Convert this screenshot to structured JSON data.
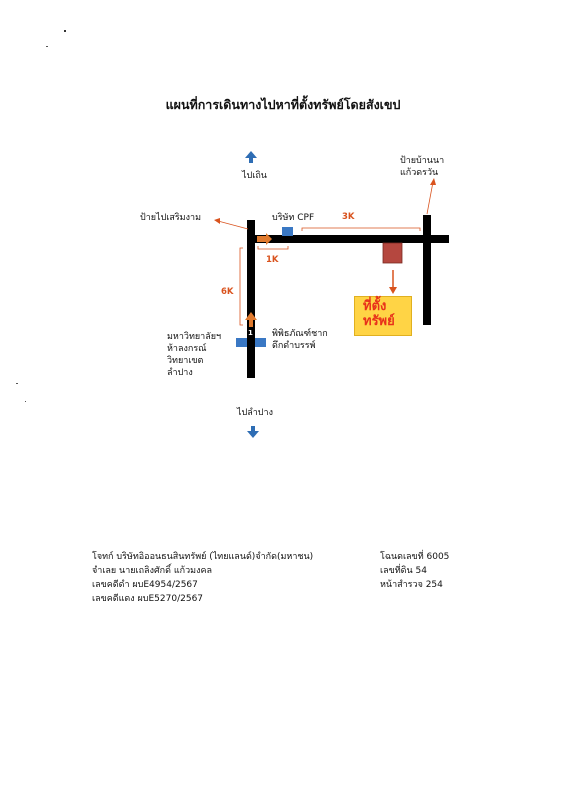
{
  "title": "แผนที่การเดินทางไปหาที่ตั้งทรัพย์โดยสังเขป",
  "labels": {
    "north": "ไปเถิน",
    "south": "ไปลำปาง",
    "northeast_line1": "ป้ายบ้านนา",
    "northeast_line2": "แก้วดรวัน",
    "west_sign": "ป้ายไปเสริมงาม",
    "company": "บริษัท CPF",
    "university_line1": "มหาวิทยาลัยฯ",
    "university_line2": "ห้าลงกรณ์",
    "university_line3": "วิทยาเขต",
    "university_line4": "ลำปาง",
    "museum_line1": "พิพิธภัณฑ์ชาก",
    "museum_line2": "ดึกดำบรรพ์",
    "junction_number": "1"
  },
  "distances": {
    "d3k": "3K",
    "d1k": "1K",
    "d6k": "6K"
  },
  "destination": {
    "line1": "ที่ตั้ง",
    "line2": "ทรัพย์"
  },
  "info_left": [
    "โจทก์ บริษัทอิออนธนสินทรัพย์ (ไทยแลนด์)จำกัด(มหาชน)",
    "จำเลย นายเถลิงศักดิ์ แก้วมงคล",
    "เลขคดีดำ ผบE4954/2567",
    "เลขคดีแดง ผบE5270/2567"
  ],
  "info_right": [
    "โฉนดเลขที่ 6005",
    "เลขที่ดิน 54",
    "หน้าสำรวจ 254"
  ],
  "colors": {
    "road": "#000000",
    "arrow_blue": "#2e6db4",
    "marker_blue": "#3a78c4",
    "arrow_orange": "#e07a2e",
    "leader_orange": "#d9531e",
    "property_red": "#b5473f",
    "dest_box": "#ffd445",
    "dest_text": "#e8311a"
  }
}
